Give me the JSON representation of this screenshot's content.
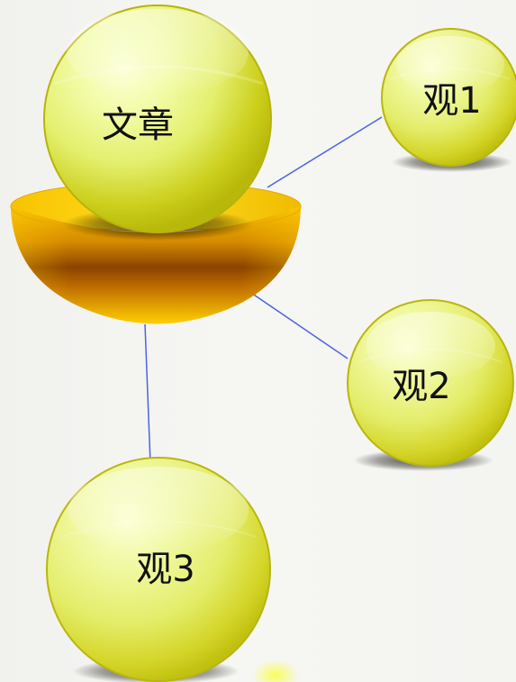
{
  "diagram": {
    "center_label": "文章",
    "nodes": [
      {
        "label": "观1"
      },
      {
        "label": "观2"
      },
      {
        "label": "观3"
      }
    ]
  }
}
